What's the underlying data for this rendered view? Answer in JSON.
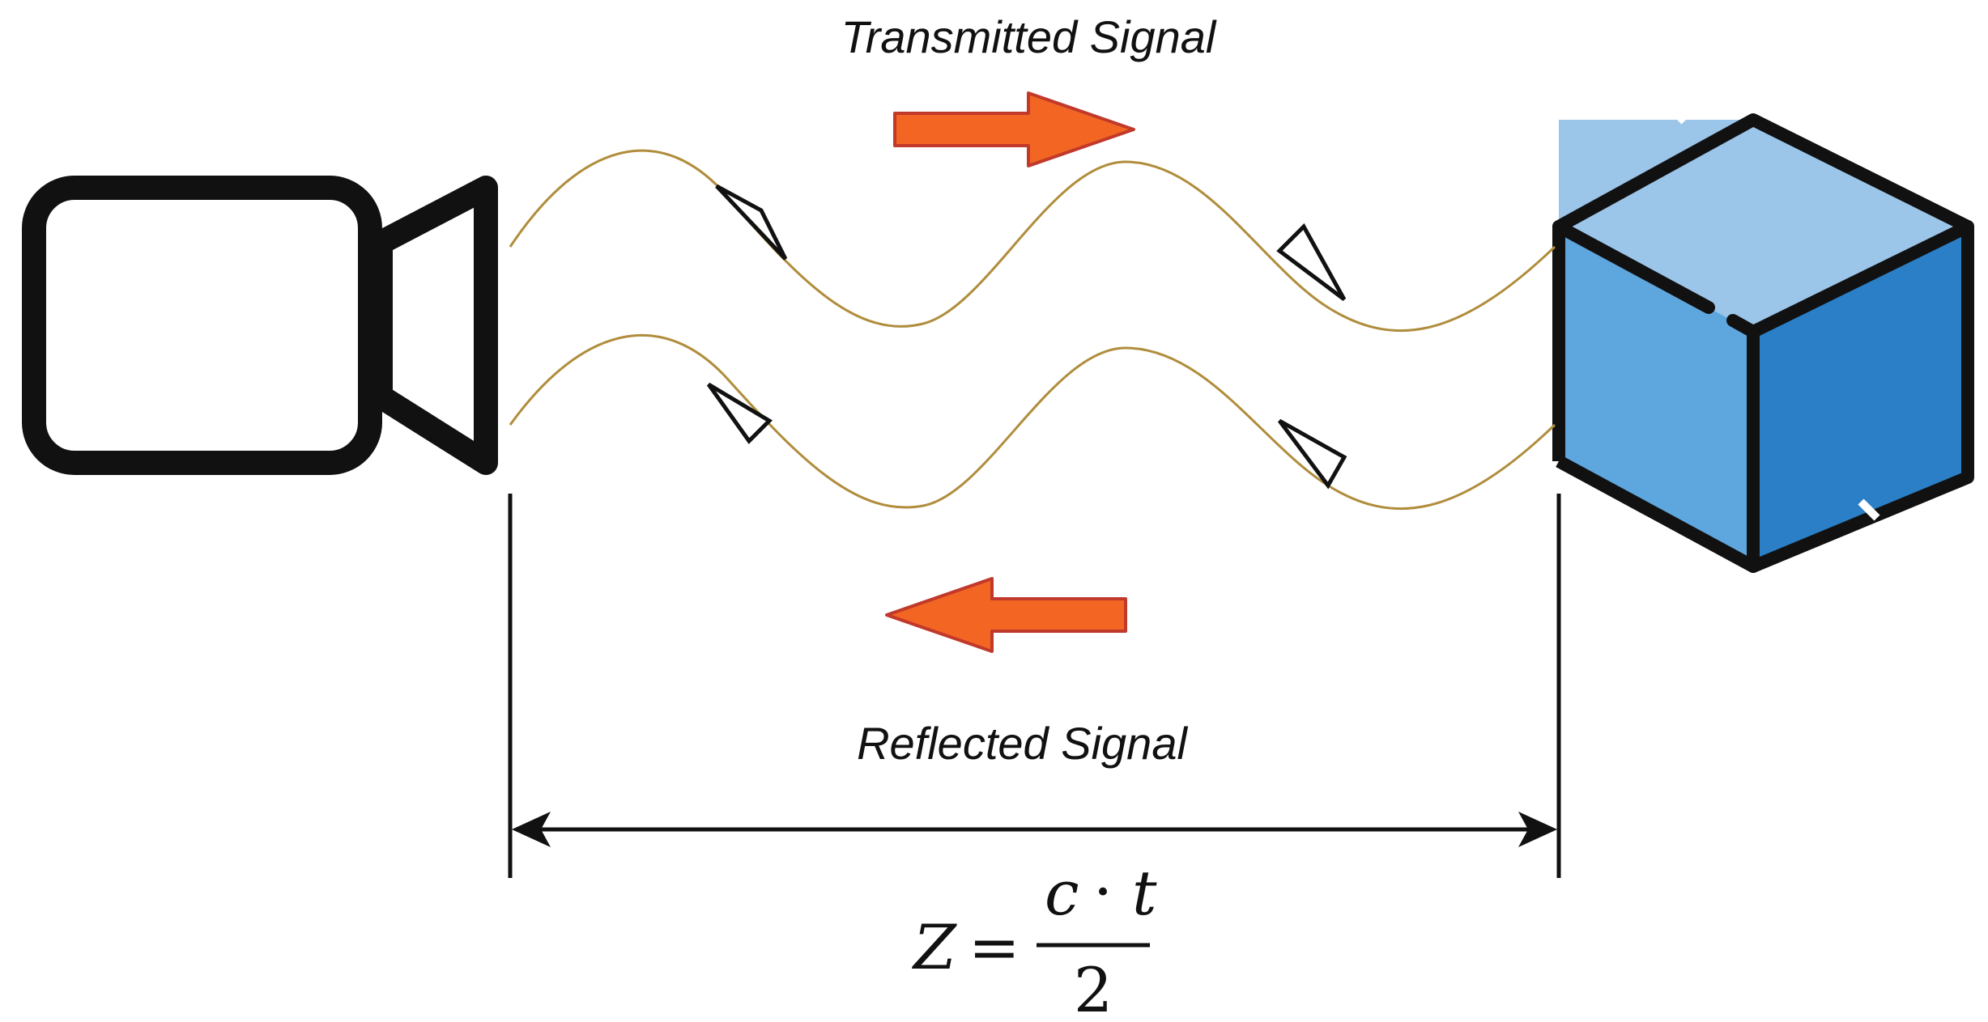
{
  "labels": {
    "transmitted": "Transmitted Signal",
    "reflected": "Reflected Signal"
  },
  "formula": {
    "lhs": "Z",
    "equals": "=",
    "numerator_c": "c",
    "numerator_dot": "·",
    "numerator_t": "t",
    "denominator": "2"
  },
  "icons": {
    "sensor": "video-camera-icon",
    "target": "cube-icon"
  },
  "colors": {
    "arrow_fill": "#f26522",
    "arrow_stroke": "#c0392b",
    "wave": "#b08d3c",
    "cube_top": "#9cc5ea",
    "cube_left": "#5ea7de",
    "cube_right": "#2a7fc6",
    "outline": "#111111"
  }
}
